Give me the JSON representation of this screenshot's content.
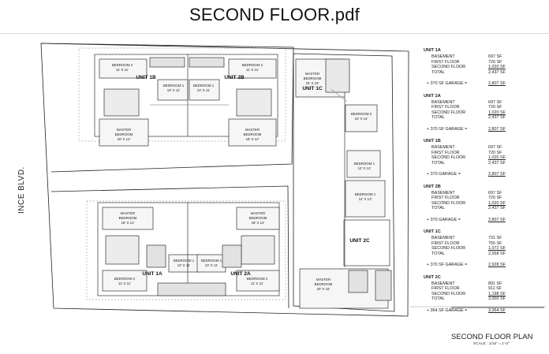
{
  "document": {
    "title": "SECOND FLOOR.pdf"
  },
  "drawing": {
    "street_label": "INCE BLVD.",
    "plan_title": "SECOND FLOOR PLAN",
    "scale": "SCALE : 1/16\" = 1'-0\"",
    "plan_sub": "",
    "rooms": {
      "bedroom2_1b": "BEDROOM 2",
      "bedroom2_1b_size": "11' X 11'",
      "bedroom2_2b": "BEDROOM 2",
      "bedroom2_2b_size": "11' X 11'",
      "bedroom1_1b": "BEDROOM 1",
      "bedroom1_1b_size": "10' X 11'",
      "bedroom1_2b": "BEDROOM 1",
      "bedroom1_2b_size": "10' X 11'",
      "master_1b": "MASTER",
      "master_1b_2": "BEDROOM",
      "master_1b_size": "18' X 12'",
      "master_2b": "MASTER",
      "master_2b_2": "BEDROOM",
      "master_2b_size": "18' X 12'",
      "master_1a": "MASTER",
      "master_1a_2": "BEDROOM",
      "master_1a_size": "18' X 12'",
      "master_2a": "MASTER",
      "master_2a_2": "BEDROOM",
      "master_2a_size": "18' X 12'",
      "bedroom1_1a": "BEDROOM 1",
      "bedroom1_1a_size": "10' X 11'",
      "bedroom1_2a": "BEDROOM 1",
      "bedroom1_2a_size": "10' X 11'",
      "bedroom2_1a": "BEDROOM 2",
      "bedroom2_1a_size": "11' X 11'",
      "bedroom2_2a": "BEDROOM 2",
      "bedroom2_2a_size": "11' X 11'",
      "master_1c": "MASTER",
      "master_1c_2": "BEDROOM",
      "master_1c_size": "15' X 16'",
      "bedroom2_1c": "BEDROOM 2",
      "bedroom2_1c_size": "10' X 14'",
      "bedroom1_1c": "BEDROOM 1",
      "bedroom1_1c_size": "12' X 12'",
      "bedroom1_2c": "BEDROOM 1",
      "bedroom1_2c_size": "12' X 13'",
      "master_2c": "MASTER",
      "master_2c_2": "BEDROOM",
      "master_2c_size": "20' X 16'"
    },
    "unit_tags": {
      "u1b": "UNIT 1B",
      "u2b": "UNIT 2B",
      "u1a": "UNIT 1A",
      "u2a": "UNIT 2A",
      "u1c": "UNIT 1C",
      "u2c": "UNIT 2C"
    }
  },
  "schedule": [
    {
      "unit": "UNIT 1A",
      "rows": [
        [
          "BASEMENT",
          "697 SF"
        ],
        [
          "FIRST FLOOR",
          "720 SF"
        ],
        [
          "SECOND FLOOR",
          "1,020 SF"
        ],
        [
          "TOTAL",
          "2,437 SF"
        ]
      ],
      "garage": [
        "+ 370 SF GARAGE =",
        "2,807 SF"
      ]
    },
    {
      "unit": "UNIT 2A",
      "rows": [
        [
          "BASEMENT",
          "697 SF"
        ],
        [
          "FIRST FLOOR",
          "720 SF"
        ],
        [
          "SECOND FLOOR",
          "1,020 SF"
        ],
        [
          "TOTAL",
          "2,437 SF"
        ]
      ],
      "garage": [
        "+ 370 SF GARAGE =",
        "2,807 SF"
      ]
    },
    {
      "unit": "UNIT 1B",
      "rows": [
        [
          "BASEMENT",
          "697 SF"
        ],
        [
          "FIRST FLOOR",
          "720 SF"
        ],
        [
          "SECOND FLOOR",
          "1,020 SF"
        ],
        [
          "TOTAL",
          "2,437 SF"
        ]
      ],
      "garage": [
        "+ 370 GARAGE =",
        "2,807 SF"
      ]
    },
    {
      "unit": "UNIT 2B",
      "rows": [
        [
          "BASEMENT",
          "697 SF"
        ],
        [
          "FIRST FLOOR",
          "720 SF"
        ],
        [
          "SECOND FLOOR",
          "1,020 SF"
        ],
        [
          "TOTAL",
          "2,437 SF"
        ]
      ],
      "garage": [
        "+ 370 GARAGE =",
        "2,807 SF"
      ]
    },
    {
      "unit": "UNIT 1C",
      "rows": [
        [
          "BASEMENT",
          "731 SF"
        ],
        [
          "FIRST FLOOR",
          "755 SF"
        ],
        [
          "SECOND FLOOR",
          "1,072 SF"
        ],
        [
          "TOTAL",
          "2,558 SF"
        ]
      ],
      "garage": [
        "+ 370 SF GARAGE =",
        "2,928 SF"
      ]
    },
    {
      "unit": "UNIT 2C",
      "rows": [
        [
          "BASEMENT",
          "891 SF"
        ],
        [
          "FIRST FLOOR",
          "911 SF"
        ],
        [
          "SECOND FLOOR",
          "1,198 SF"
        ],
        [
          "TOTAL",
          "3,000 SF"
        ]
      ],
      "garage": [
        "+ 364 SF GARAGE =",
        "3,364 SF"
      ]
    }
  ]
}
